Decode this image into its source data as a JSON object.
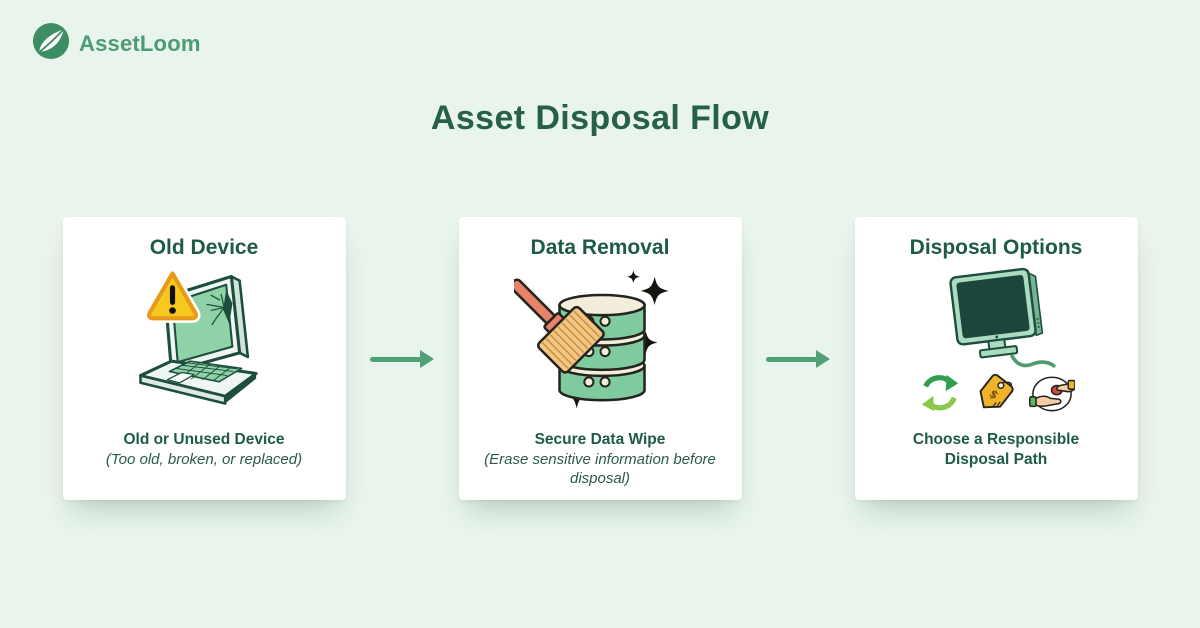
{
  "brand": {
    "name": "AssetLoom",
    "logo_icon": "leaf-circle-icon"
  },
  "page": {
    "title": "Asset Disposal Flow"
  },
  "flow": {
    "steps": [
      {
        "title": "Old Device",
        "illustration": "broken-laptop-with-warning-sign",
        "caption": "Old or Unused Device",
        "subcaption": "(Too old, broken, or replaced)"
      },
      {
        "title": "Data Removal",
        "illustration": "database-stack-with-cleaning-broom-and-sparkles",
        "caption": "Secure Data Wipe",
        "subcaption": "(Erase sensitive information before disposal)"
      },
      {
        "title": "Disposal Options",
        "illustration": "monitor-with-recycle-sell-donate-icons",
        "caption": "Choose a Responsible Disposal Path",
        "subcaption": ""
      }
    ],
    "connector_icon": "arrow-right"
  },
  "icons": {
    "tag_symbol": "$"
  },
  "colors": {
    "page_background": "#e8f4ec",
    "card_background": "#ffffff",
    "title_green": "#26604a",
    "heading_green": "#1e5b47",
    "logo_green": "#4d9b72",
    "arrow_green": "#4fa076",
    "illustration_green": "#7fcb9f",
    "outline_dark_green": "#1d4d3c",
    "warning_yellow": "#f7c81d",
    "tag_yellow": "#f0b42a"
  }
}
